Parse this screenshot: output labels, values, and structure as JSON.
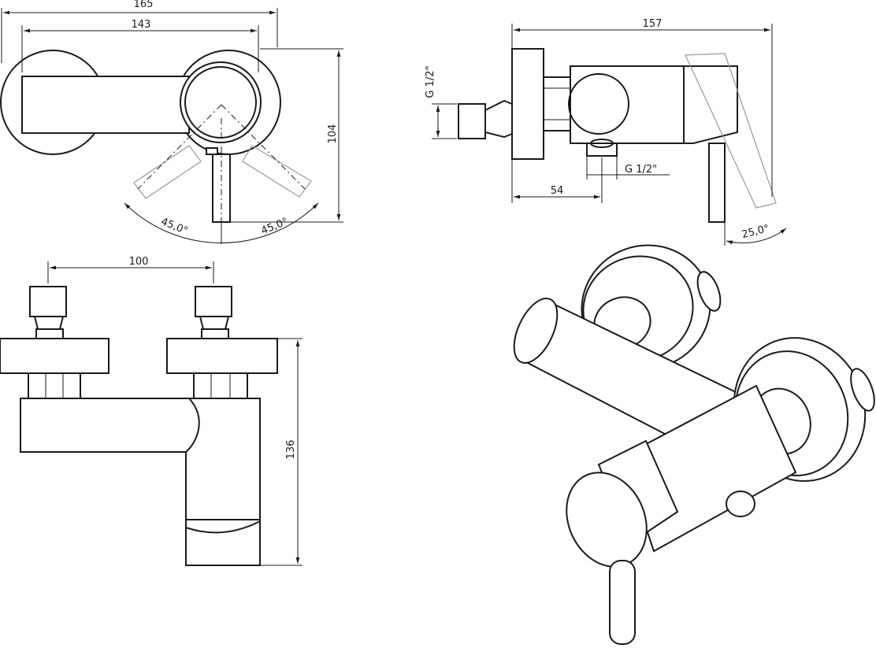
{
  "top_view": {
    "dim_overall_width": "165",
    "dim_wall_plates": "143",
    "dim_height": "104",
    "angle_left": "45,0°",
    "angle_right": "45,0°"
  },
  "side_view": {
    "dim_depth": "157",
    "dim_offset": "54",
    "thread_inlet": "G 1/2\"",
    "thread_outlet": "G 1/2\"",
    "angle_lever": "25,0°"
  },
  "front_view": {
    "dim_centers": "100",
    "dim_height": "136"
  }
}
